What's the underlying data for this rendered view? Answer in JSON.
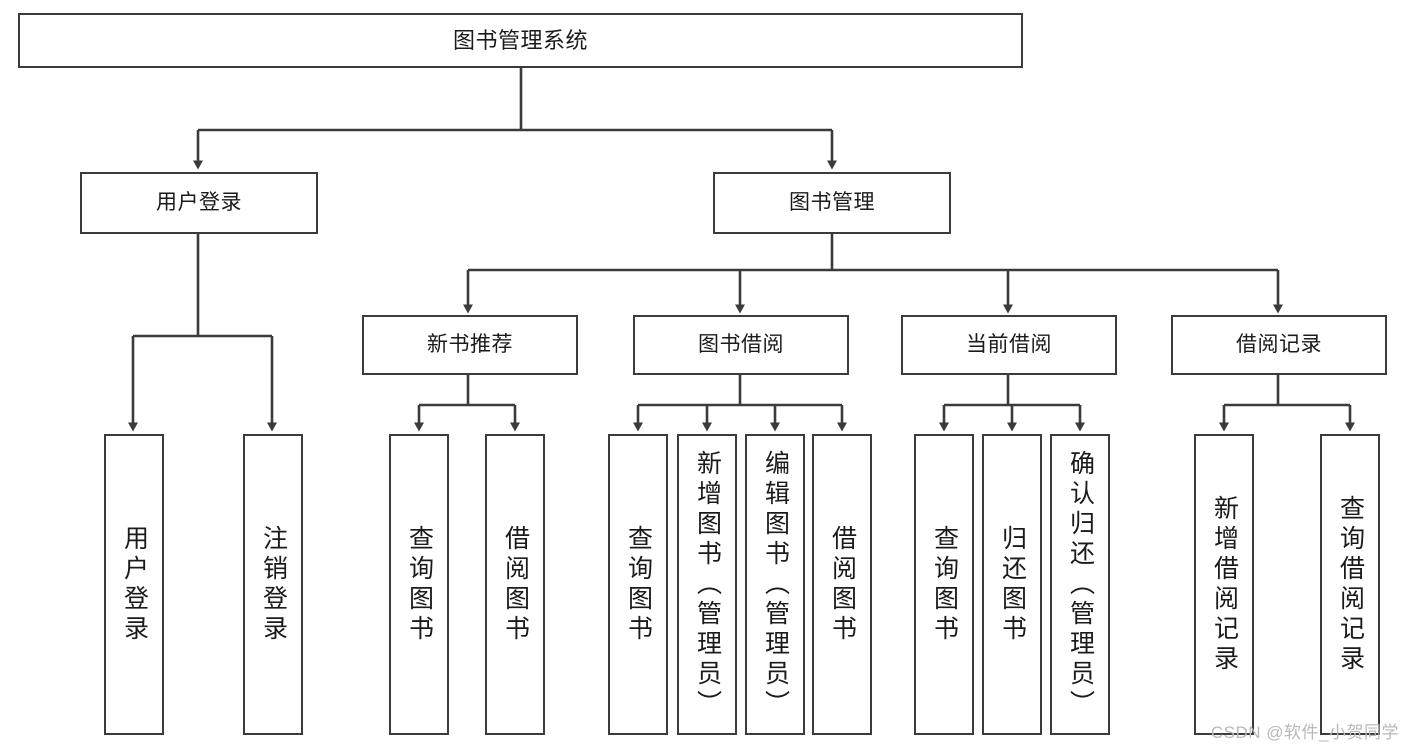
{
  "diagram": {
    "type": "tree",
    "title": "图书管理系统",
    "watermark": "CSDN @软件_小贺同学",
    "colors": {
      "background": "#ffffff",
      "node_border": "#3b3b3d",
      "node_fill": "#ffffff",
      "connector": "#3b3b3d",
      "text": "#1b1b1b",
      "watermark": "#b9b9b9"
    },
    "root": {
      "label": "图书管理系统"
    },
    "level2": [
      {
        "label": "用户登录"
      },
      {
        "label": "图书管理"
      }
    ],
    "level3": [
      {
        "label": "新书推荐"
      },
      {
        "label": "图书借阅"
      },
      {
        "label": "当前借阅"
      },
      {
        "label": "借阅记录"
      }
    ],
    "leaves": {
      "user_login": [
        {
          "label": "用户登录"
        },
        {
          "label": "注销登录"
        }
      ],
      "new_book_recommend": [
        {
          "label": "查询图书"
        },
        {
          "label": "借阅图书"
        }
      ],
      "book_borrow": [
        {
          "label": "查询图书"
        },
        {
          "label": "新增图书（管理员）"
        },
        {
          "label": "编辑图书（管理员）"
        },
        {
          "label": "借阅图书"
        }
      ],
      "current_borrow": [
        {
          "label": "查询图书"
        },
        {
          "label": "归还图书"
        },
        {
          "label": "确认归还（管理员）"
        }
      ],
      "borrow_record": [
        {
          "label": "新增借阅记录"
        },
        {
          "label": "查询借阅记录"
        }
      ]
    }
  }
}
